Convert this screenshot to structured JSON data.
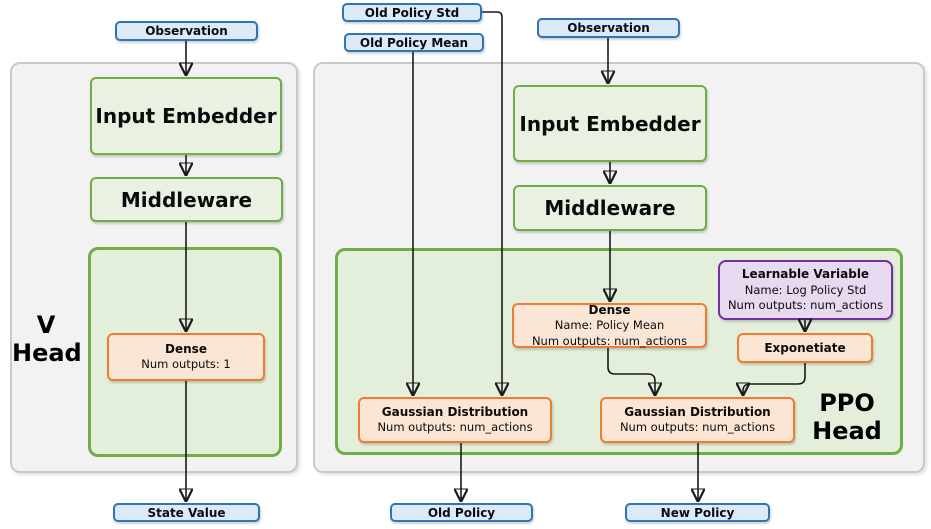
{
  "diagram": {
    "v_head": {
      "input_label": "Observation",
      "input_embedder": "Input Embedder",
      "middleware": "Middleware",
      "dense": {
        "title": "Dense",
        "line1": "Num outputs: 1"
      },
      "head_label_line1": "V",
      "head_label_line2": "Head",
      "output_label": "State Value"
    },
    "ppo_head": {
      "old_policy_std_label": "Old Policy Std",
      "old_policy_mean_label": "Old Policy Mean",
      "input_label": "Observation",
      "input_embedder": "Input Embedder",
      "middleware": "Middleware",
      "dense": {
        "title": "Dense",
        "line1": "Name: Policy Mean",
        "line2": "Num outputs: num_actions"
      },
      "learnable_variable": {
        "title": "Learnable Variable",
        "line1": "Name: Log Policy Std",
        "line2": "Num outputs: num_actions"
      },
      "exponetiate": "Exponetiate",
      "gaussian_old": {
        "title": "Gaussian Distribution",
        "line1": "Num outputs: num_actions"
      },
      "gaussian_new": {
        "title": "Gaussian Distribution",
        "line1": "Num outputs: num_actions"
      },
      "head_label_line1": "PPO",
      "head_label_line2": "Head",
      "output_old_label": "Old Policy",
      "output_new_label": "New Policy"
    },
    "colors": {
      "blue_border": "#2E75B6",
      "blue_fill": "#DCE9F7",
      "green_border": "#70AD47",
      "green_box_fill": "#E9F2E2",
      "green_panel_fill": "#E3EFDB",
      "orange_border": "#ED7D31",
      "orange_fill": "#FBE5D5",
      "purple_border": "#7030A0",
      "purple_fill": "#E6D9F0",
      "gray_panel_fill": "#F2F2F2",
      "gray_panel_border": "#C9C9C9",
      "arrow": "#1A1A1A",
      "background": "#FFFFFF"
    }
  }
}
